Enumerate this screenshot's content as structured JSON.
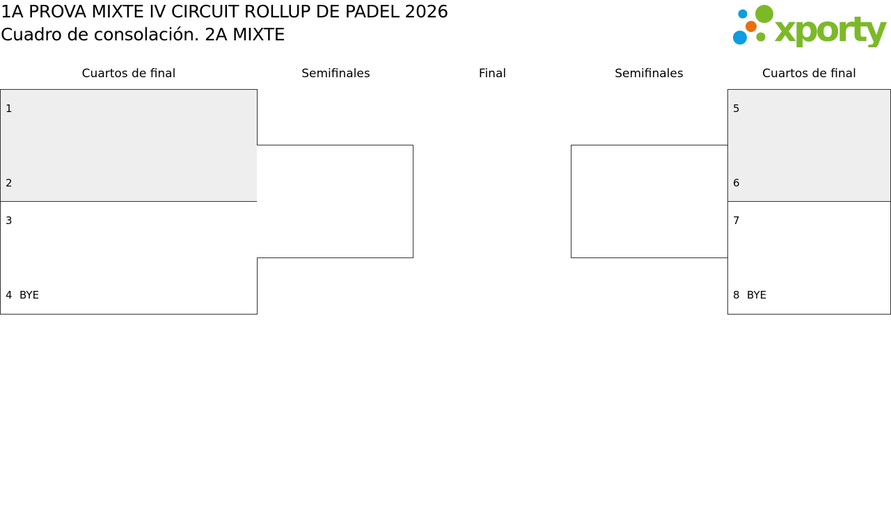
{
  "header": {
    "title": "1A PROVA MIXTE IV CIRCUIT ROLLUP DE PADEL 2026",
    "subtitle": "Cuadro de consolación. 2A MIXTE",
    "logo_text": "xporty"
  },
  "rounds": {
    "left_quarters": "Cuartos de final",
    "left_semis": "Semifinales",
    "final": "Final",
    "right_semis": "Semifinales",
    "right_quarters": "Cuartos de final"
  },
  "left_quarters": [
    {
      "a": {
        "seed": "1",
        "name": ""
      },
      "b": {
        "seed": "2",
        "name": ""
      }
    },
    {
      "a": {
        "seed": "3",
        "name": ""
      },
      "b": {
        "seed": "4",
        "name": "BYE"
      }
    }
  ],
  "right_quarters": [
    {
      "a": {
        "seed": "5",
        "name": ""
      },
      "b": {
        "seed": "6",
        "name": ""
      }
    },
    {
      "a": {
        "seed": "7",
        "name": ""
      },
      "b": {
        "seed": "8",
        "name": "BYE"
      }
    }
  ],
  "colors": {
    "played_bg": "#eeeeee",
    "logo_green": "#7cb928",
    "logo_blue": "#0d9de0",
    "logo_orange": "#e8700f"
  }
}
